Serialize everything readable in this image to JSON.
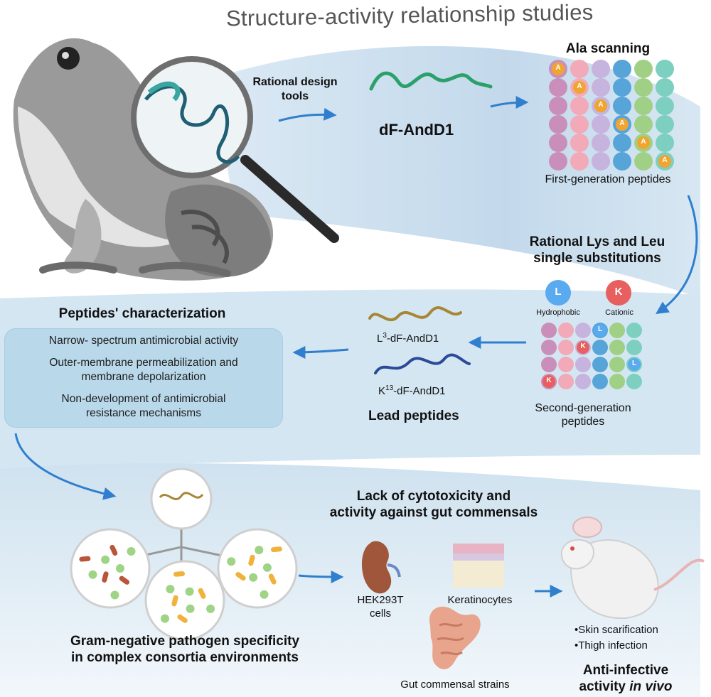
{
  "title": "Structure-activity relationship studies",
  "design": {
    "tools_line1": "Rational design",
    "tools_line2": "tools",
    "peptide": "dF-AndD1"
  },
  "ala": {
    "heading": "Ala scanning",
    "letter": "A",
    "caption": "First-generation peptides"
  },
  "substitutions": {
    "heading_line1": "Rational Lys and Leu",
    "heading_line2": "single substitutions",
    "leu_letter": "L",
    "leu_label": "Hydrophobic",
    "lys_letter": "K",
    "lys_label": "Cationic",
    "caption_line1": "Second-generation",
    "caption_line2": "peptides"
  },
  "leads": {
    "l3_sup": "3",
    "l3_rest": "-dF-AndD1",
    "k13_sup": "13",
    "k13_rest": "-dF-AndD1",
    "heading": "Lead peptides"
  },
  "characterization": {
    "heading": "Peptides' characterization",
    "item1": "Narrow- spectrum antimicrobial activity",
    "item2_line1": "Outer-membrane permeabilization and",
    "item2_line2": "membrane depolarization",
    "item3_line1": "Non-development of antimicrobial",
    "item3_line2": "resistance mechanisms"
  },
  "cytotox": {
    "line1": "Lack of cytotoxicity and",
    "line2": "activity against gut commensals",
    "hek_line1": "HEK293T",
    "hek_line2": "cells",
    "keratinocytes": "Keratinocytes",
    "gut": "Gut commensal strains"
  },
  "gram": {
    "line1": "Gram-negative pathogen specificity",
    "line2": "in complex consortia environments"
  },
  "invivo": {
    "bullet1": "•Skin scarification",
    "bullet2": "•Thigh infection",
    "line1": "Anti-infective",
    "line2_plain": "activity ",
    "line2_italic": "in vivo"
  },
  "colors": {
    "arrow": "#2f7fce",
    "ribbon": "#c6dced",
    "box": "#b9d8ea",
    "ala_badge": "#f0a530",
    "leu_badge": "#5aaaf0",
    "lys_badge": "#e85f5f"
  }
}
